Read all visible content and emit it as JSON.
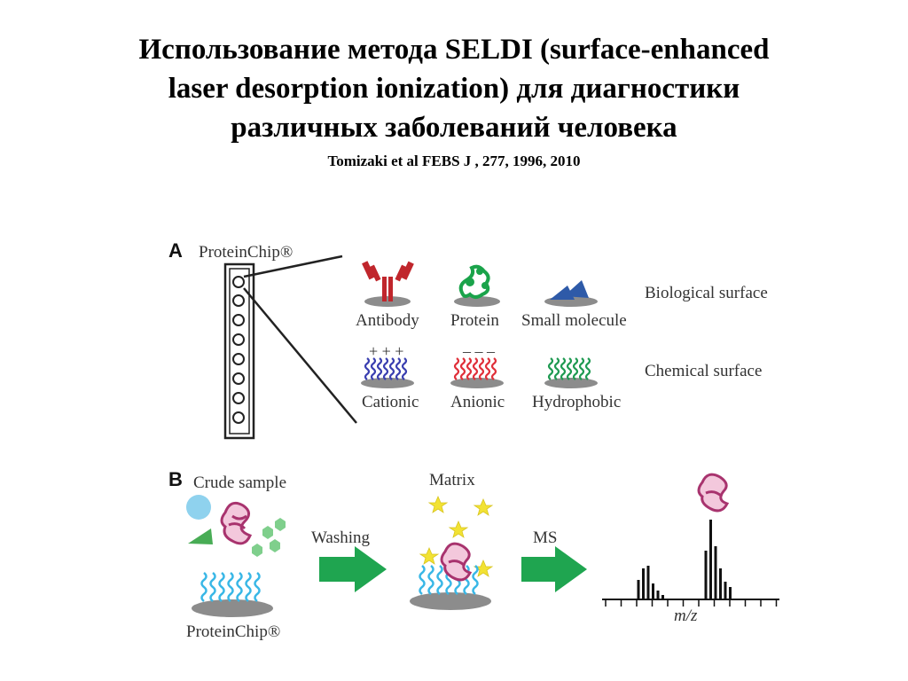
{
  "title": {
    "line1": "Использование метода SELDI (surface-enhanced",
    "line2": "laser desorption ionization)  для диагностики",
    "line3": "различных заболеваний человека"
  },
  "citation": "Tomizaki et al FEBS J , 277, 1996, 2010",
  "panel_a": {
    "letter": "A",
    "chip_label": "ProteinChip®",
    "bio_row": [
      "Antibody",
      "Protein",
      "Small molecule"
    ],
    "bio_surface": "Biological surface",
    "chem_row": [
      "Cationic",
      "Anionic",
      "Hydrophobic"
    ],
    "chem_surface": "Chemical surface",
    "cationic_charge": "+ + +",
    "anionic_charge": "– – –"
  },
  "panel_b": {
    "letter": "B",
    "crude_sample": "Crude sample",
    "chip_label": "ProteinChip®",
    "washing": "Washing",
    "matrix": "Matrix",
    "ms": "MS",
    "axis_label": "m/z"
  },
  "colors": {
    "antibody": "#c0262c",
    "protein_green": "#1aa34a",
    "small_molecule": "#2e5aa8",
    "cationic": "#3a3fb0",
    "anionic": "#e0303a",
    "hydrophobic": "#1f9a52",
    "arrow": "#1fa550",
    "wave": "#39b7e6",
    "matrix_star": "#f2e233",
    "ms_protein": "#c04c86",
    "surface_gray": "#8c8c8c"
  },
  "ms_spectrum": {
    "left_cluster_heights": [
      22,
      35,
      38,
      18,
      10,
      5
    ],
    "right_cluster_heights": [
      55,
      90,
      60,
      35,
      20,
      14
    ]
  }
}
